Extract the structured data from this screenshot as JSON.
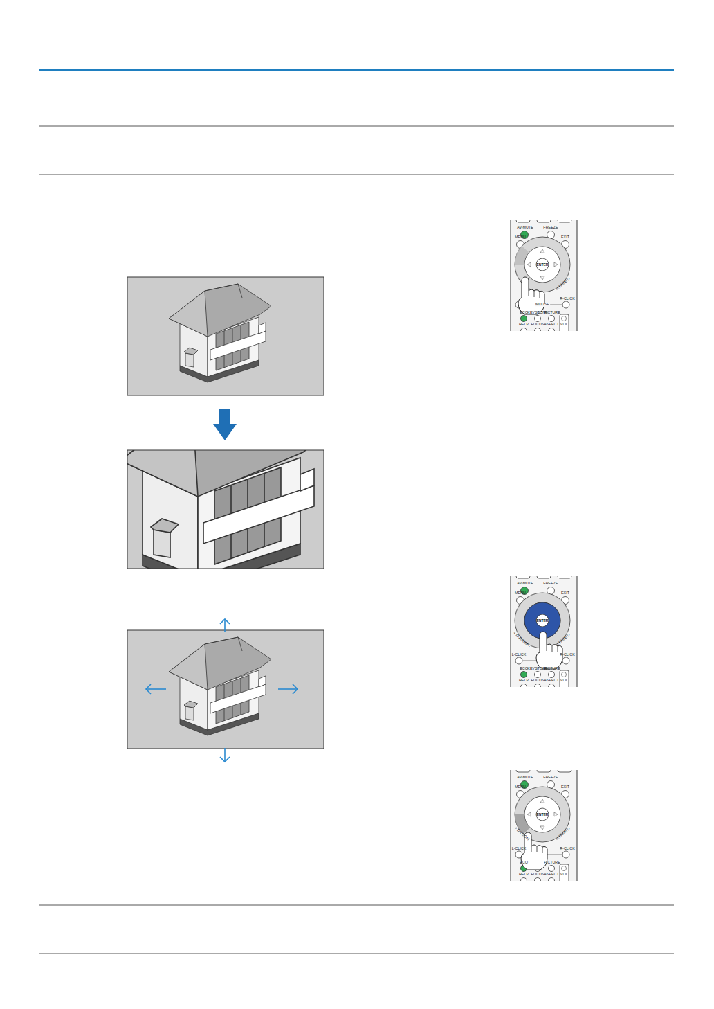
{
  "diagram": {
    "labels": [
      "AV-MUTE",
      "FREEZE",
      "MENU",
      "EXIT",
      "ENTER",
      "◁ PAGE ▷",
      "MOUSE",
      "R-CLICK",
      "ECO",
      "KEYSTONE",
      "PICTURE",
      "HELP",
      "FOCUS",
      "ASPECT",
      "VOL.",
      "AV-MUTE",
      "FREEZE",
      "MENU",
      "EXIT",
      "ENTER",
      "+ D-ZOOM −",
      "◁ PAGE ▷",
      "L-CLICK",
      "R-CLICK",
      "ECO",
      "KEYSTONE",
      "PICTURE",
      "HELP",
      "FOCUS",
      "ASPECT",
      "VOL.",
      "AV-MUTE",
      "FREEZE",
      "MENU",
      "EXIT",
      "ENTER",
      "+ D-ZOOM",
      "◁ PAGE ▷",
      "L-CLICK",
      "R-CLICK",
      "ECO",
      "PICTURE",
      "HELP",
      "FOCUS",
      "ASPECT",
      "VOL."
    ]
  }
}
